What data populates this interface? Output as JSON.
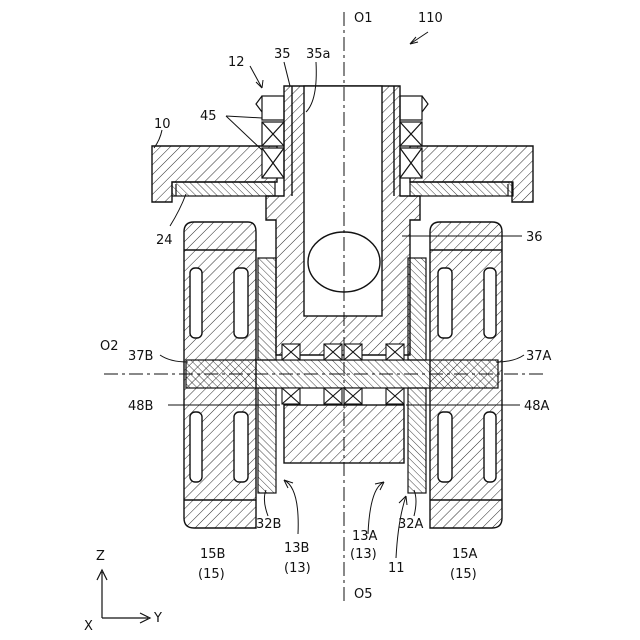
{
  "labels": {
    "ref_110": "110",
    "ref_o1": "O1",
    "ref_o5": "O5",
    "ref_o2": "O2",
    "ref_12": "12",
    "ref_10": "10",
    "ref_35": "35",
    "ref_35a": "35a",
    "ref_45": "45",
    "ref_24": "24",
    "ref_36": "36",
    "ref_37b": "37B",
    "ref_37a": "37A",
    "ref_48b": "48B",
    "ref_48a": "48A",
    "ref_32b": "32B",
    "ref_32a": "32A",
    "ref_13b": "13B",
    "ref_13b_sub": "(13)",
    "ref_13a": "13A",
    "ref_13a_sub": "(13)",
    "ref_11": "11",
    "ref_15b": "15B",
    "ref_15b_sub": "(15)",
    "ref_15a": "15A",
    "ref_15a_sub": "(15)",
    "axis_z": "Z",
    "axis_x": "X",
    "axis_y": "Y"
  },
  "colors": {
    "line": "#111111",
    "background": "#ffffff"
  }
}
